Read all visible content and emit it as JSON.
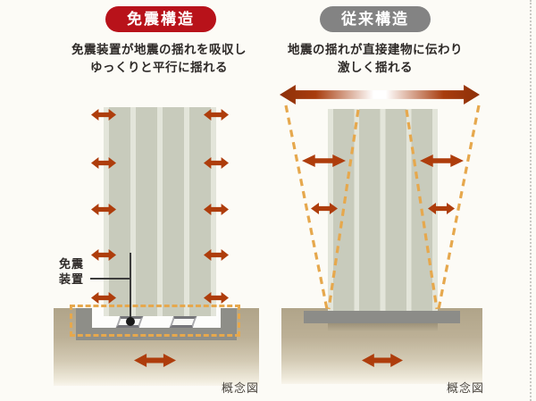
{
  "left_panel": {
    "badge_label": "免震構造",
    "description_lines": [
      "免震装置が地震の揺れを吸収し",
      "ゆっくりと平行に揺れる"
    ],
    "device_label_lines": [
      "免震",
      "装置"
    ],
    "caption": "概念図"
  },
  "right_panel": {
    "badge_label": "従来構造",
    "description_lines": [
      "地震の揺れが直接建物に伝わり",
      "激しく揺れる"
    ],
    "caption": "概念図"
  },
  "colors": {
    "isolation_badge": "#b8121a",
    "conventional_badge": "#838383",
    "quake_arrow": "#ae3d0c",
    "sway_envelope_dashed": "#e6a84d",
    "building_column": "#c8cbbc",
    "building_highlight": "#e3e5da",
    "ground_top": "#b0a489",
    "foundation_gray": "#8e8e88",
    "background": "#fcfbf6"
  },
  "icons": {
    "shake-arrow-icon": "css double-headed horizontal arrow",
    "big-shake-arrow-icon": "css gradient double-headed arrow",
    "sway-dashed-line": "svg dashed line",
    "isolator-dot-icon": "black circle marker"
  }
}
